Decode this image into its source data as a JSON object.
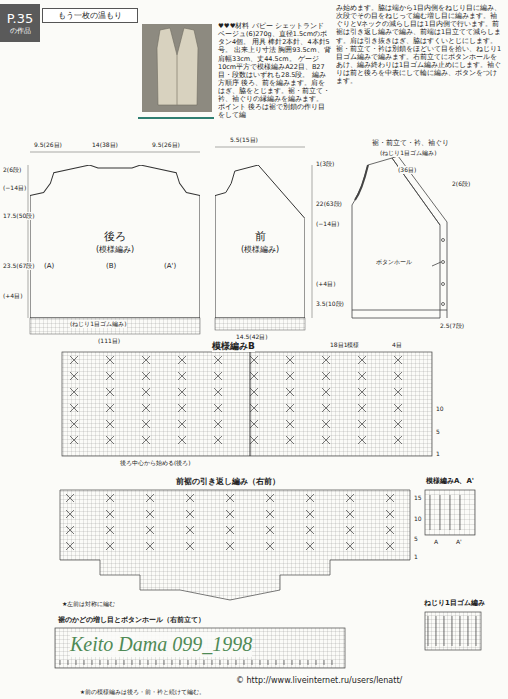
{
  "diagram": {
    "nodes": [
      {
        "text": [
          "P.35",
          "の作品"
        ]
      },
      {
        "text": [
          "もう一枚の温もり"
        ]
      },
      {
        "text": [
          "後ろ",
          "(模様編み)"
        ]
      },
      {
        "text": [
          "前",
          "(模様編み)"
        ]
      }
    ],
    "labels": [
      "♥♥♥材料 パピー シェットランド ベージュ(6)270g、直径1.5cmのボタン4個。 用具 棒針2本針、4本針5号。 出来上り寸法 胸囲93.5cm、背肩幅33cm、丈44.5cm。 ゲージ 10cm平方で模様編みA22目、B27目・段数はいずれも28.5段。 編み方順序 後ろ、前を編みます。肩をはぎ、脇をとじます。裾・前立て・衿、袖ぐりの縁編みを編みます。 ポイント 後ろは裾で別鎖の作り目をして編",
      "み始めます。脇は端から1目内側をねじり目に編み、次段でその目をねじって編む増し目に編みます。袖ぐりとVネックの減らし目は1目内側で行います。前裾は引き返し編みで編み、前端は1目立てて減らします。肩は引き抜きはぎ、脇はすくいとじにします。裾・前立て・衿は別鎖をほどいて目を拾い、ねじり1目ゴム編みで編みます。右前立てにボタンホールをあけ、編み終わりは1目ゴム編み止めにします。袖ぐりは前と後ろを中表にして輪に編み、ボタンをつけます。",
      "9.5(26目)",
      "14(38目)",
      "9.5(26目)",
      "2(6段)",
      "(−14目)",
      "17.5(50段)",
      "23.5(67段)",
      "(+4目)",
      "(A)",
      "(B)",
      "(A')",
      "(ねじり1目ゴム編み)",
      "(111目)",
      "5.5(15目)",
      "1(3段)",
      "22(63段)",
      "(−14目)",
      "(+4目)",
      "3.5(10段)",
      "14.5(42目)",
      "裾・前立て・衿、袖ぐり",
      "(ねじり1目ゴム編み)",
      "(36目)",
      "2(6段)",
      "ボタンホール",
      "2.5(7段)",
      "模様編みB",
      "18目1模様",
      "4目",
      "10",
      "5",
      "1",
      "後ろ中心から始める(後ろ)",
      "前裾の引き返し編み（右前）",
      "15",
      "10",
      "5",
      "1",
      "★左前は対称に編む",
      "模様編みA、A'",
      "A",
      "A'",
      "ねじり1目ゴム編み",
      "裾のかどの増し目とボタンホール（右前立て）",
      "Keito Dama 099_1998",
      "© http://www.liveinternet.ru/users/lenatt/",
      "★前の模様編みは後ろ・前・衿と続けて編む。"
    ]
  }
}
